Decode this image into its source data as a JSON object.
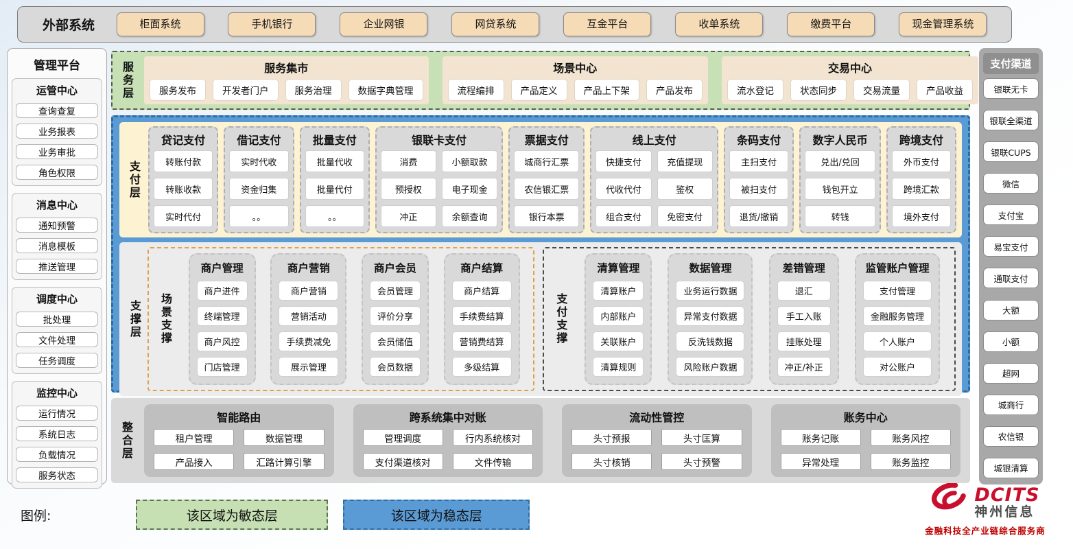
{
  "external_systems": {
    "label": "外部系统",
    "items": [
      "柜面系统",
      "手机银行",
      "企业网银",
      "网贷系统",
      "互金平台",
      "收单系统",
      "缴费平台",
      "现金管理系统"
    ]
  },
  "management_platform": {
    "title": "管理平台",
    "groups": [
      {
        "title": "运管中心",
        "items": [
          "查询查复",
          "业务报表",
          "业务审批",
          "角色权限"
        ]
      },
      {
        "title": "消息中心",
        "items": [
          "通知预警",
          "消息模板",
          "推送管理"
        ]
      },
      {
        "title": "调度中心",
        "items": [
          "批处理",
          "文件处理",
          "任务调度"
        ]
      },
      {
        "title": "监控中心",
        "items": [
          "运行情况",
          "系统日志",
          "负载情况",
          "服务状态"
        ]
      }
    ]
  },
  "service_layer": {
    "label": "服务层",
    "sections": [
      {
        "title": "服务集市",
        "items": [
          "服务发布",
          "开发者门户",
          "服务治理",
          "数据字典管理"
        ]
      },
      {
        "title": "场景中心",
        "items": [
          "流程编排",
          "产品定义",
          "产品上下架",
          "产品发布"
        ]
      },
      {
        "title": "交易中心",
        "items": [
          "流水登记",
          "状态同步",
          "交易流量",
          "产品收益"
        ]
      }
    ]
  },
  "payment_layer": {
    "label": "支付层",
    "columns": [
      {
        "title": "贷记支付",
        "cols": 1,
        "items": [
          "转账付款",
          "转账收款",
          "实时代付"
        ]
      },
      {
        "title": "借记支付",
        "cols": 1,
        "items": [
          "实时代收",
          "资金归集",
          "。。"
        ]
      },
      {
        "title": "批量支付",
        "cols": 1,
        "items": [
          "批量代收",
          "批量代付",
          "。。"
        ]
      },
      {
        "title": "银联卡支付",
        "cols": 2,
        "items": [
          "消费",
          "小额取款",
          "预授权",
          "电子现金",
          "冲正",
          "余额查询"
        ]
      },
      {
        "title": "票据支付",
        "cols": 1,
        "items": [
          "城商行汇票",
          "农信银汇票",
          "银行本票"
        ]
      },
      {
        "title": "线上支付",
        "cols": 2,
        "items": [
          "快捷支付",
          "充值提现",
          "代收代付",
          "鉴权",
          "组合支付",
          "免密支付"
        ]
      },
      {
        "title": "条码支付",
        "cols": 1,
        "items": [
          "主扫支付",
          "被扫支付",
          "退货/撤销"
        ]
      },
      {
        "title": "数字人民币",
        "cols": 1,
        "items": [
          "兑出/兑回",
          "钱包开立",
          "转钱"
        ]
      },
      {
        "title": "跨境支付",
        "cols": 1,
        "items": [
          "外币支付",
          "跨境汇款",
          "境外支付"
        ]
      }
    ]
  },
  "support_layer": {
    "label": "支撑层",
    "zones": [
      {
        "label": "场景支撑",
        "style": "orange",
        "groups": [
          {
            "title": "商户管理",
            "items": [
              "商户进件",
              "终端管理",
              "商户风控",
              "门店管理"
            ]
          },
          {
            "title": "商户营销",
            "items": [
              "商户营销",
              "营销活动",
              "手续费减免",
              "展示管理"
            ]
          },
          {
            "title": "商户会员",
            "items": [
              "会员管理",
              "评价分享",
              "会员储值",
              "会员数据"
            ]
          },
          {
            "title": "商户结算",
            "items": [
              "商户结算",
              "手续费结算",
              "营销费结算",
              "多级结算"
            ]
          }
        ]
      },
      {
        "label": "支付支撑",
        "style": "dark",
        "groups": [
          {
            "title": "清算管理",
            "items": [
              "清算账户",
              "内部账户",
              "关联账户",
              "清算规则"
            ]
          },
          {
            "title": "数据管理",
            "items": [
              "业务运行数据",
              "异常支付数据",
              "反洗钱数据",
              "风险账户数据"
            ]
          },
          {
            "title": "差错管理",
            "items": [
              "退汇",
              "手工入账",
              "挂账处理",
              "冲正/补正"
            ]
          },
          {
            "title": "监管账户管理",
            "items": [
              "支付管理",
              "金融服务管理",
              "个人账户",
              "对公账户"
            ]
          }
        ]
      }
    ]
  },
  "integration_layer": {
    "label": "整合层",
    "sections": [
      {
        "title": "智能路由",
        "items": [
          "租户管理",
          "数据管理",
          "产品接入",
          "汇路计算引擎"
        ]
      },
      {
        "title": "跨系统集中对账",
        "items": [
          "管理调度",
          "行内系统核对",
          "支付渠道核对",
          "文件传输"
        ]
      },
      {
        "title": "流动性管控",
        "items": [
          "头寸预报",
          "头寸匡算",
          "头寸核销",
          "头寸预警"
        ]
      },
      {
        "title": "账务中心",
        "items": [
          "账务记账",
          "账务风控",
          "异常处理",
          "账务监控"
        ]
      }
    ]
  },
  "payment_channels": {
    "title": "支付渠道",
    "items": [
      "银联无卡",
      "银联全渠道",
      "银联CUPS",
      "微信",
      "支付宝",
      "易宝支付",
      "通联支付",
      "大额",
      "小额",
      "超网",
      "城商行",
      "农信银",
      "城银清算"
    ]
  },
  "legend": {
    "label": "图例:",
    "agile": "该区域为敏态层",
    "stable": "该区域为稳态层"
  },
  "logo": {
    "brand": "DCITS",
    "company": "神州信息",
    "tagline": "金融科技全产业链综合服务商"
  },
  "colors": {
    "agile_green": "#c6e0b4",
    "stable_blue": "#5b9bd5",
    "panel_yellow": "#fdf2d1",
    "panel_gray": "#d9d9d9",
    "external_tan": "#f6dcb6",
    "zone_orange_border": "#e3a04a",
    "brand_red": "#c8102e"
  }
}
